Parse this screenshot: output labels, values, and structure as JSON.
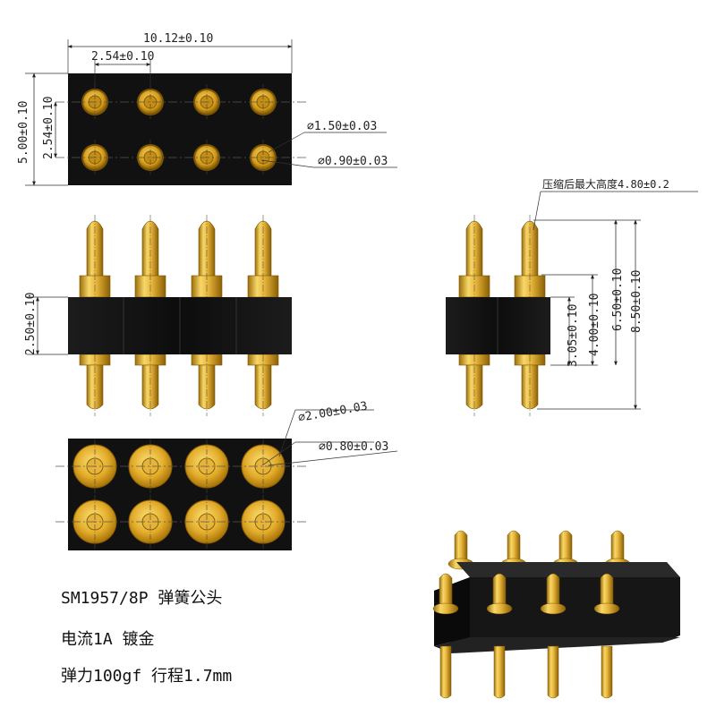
{
  "top_view": {
    "overall_width": "10.12±0.10",
    "pitch_x": "2.54±0.10",
    "overall_height": "5.00±0.10",
    "pitch_y": "2.54±0.10",
    "hole_dia": "∅1.50±0.03",
    "pin_dia": "∅0.90±0.03"
  },
  "front_view": {
    "body_height": "2.50±0.10"
  },
  "side_view": {
    "compressed_height_note": "压缩后最大高度4.80±0.2",
    "dim_3_05": "3.05±0.10",
    "dim_4_00": "4.00±0.10",
    "dim_6_50": "6.50±0.10",
    "dim_8_50": "8.50±0.10"
  },
  "bottom_view": {
    "pad_dia": "∅2.00±0.03",
    "pin_dia": "∅0.80±0.03"
  },
  "product_info": {
    "line1": "SM1957/8P 弹簧公头",
    "line2": "电流1A 镀金",
    "line3": "弹力100gf 行程1.7mm"
  },
  "colors": {
    "body": "#111111",
    "gold": "#d9a21c",
    "gold_light": "#f7d76a",
    "gold_dark": "#9c6e08"
  },
  "icons": {
    "pin": "pogo-pin-icon",
    "pad": "gold-pad-icon"
  }
}
